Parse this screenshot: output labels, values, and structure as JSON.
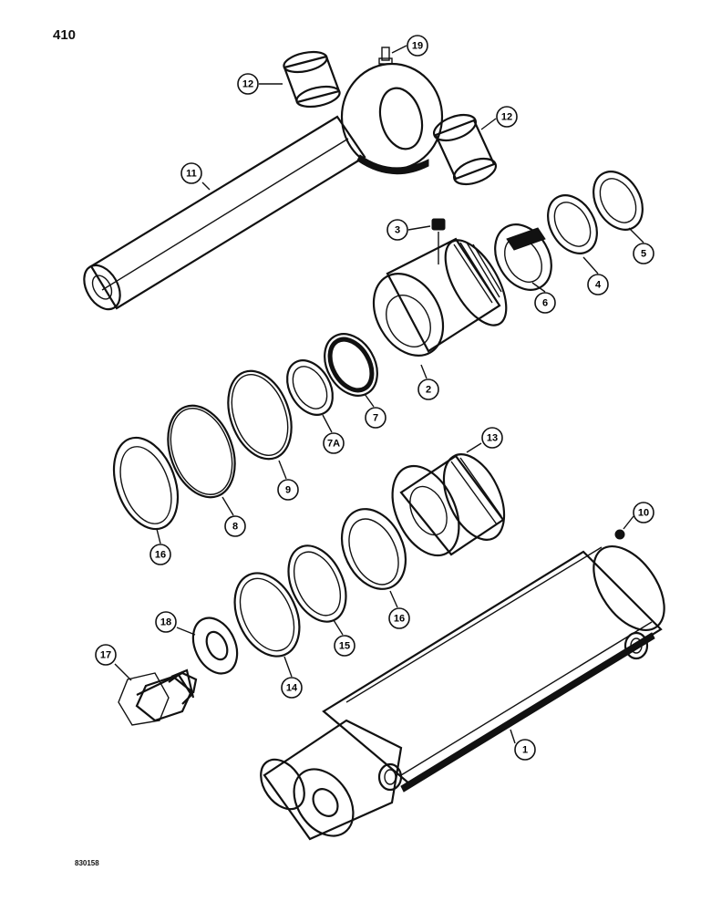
{
  "page_number": "410",
  "drawing_id": "830158",
  "callouts": [
    {
      "id": "c19",
      "label": "19"
    },
    {
      "id": "c12a",
      "label": "12"
    },
    {
      "id": "c12b",
      "label": "12"
    },
    {
      "id": "c11",
      "label": "11"
    },
    {
      "id": "c3",
      "label": "3"
    },
    {
      "id": "c5",
      "label": "5"
    },
    {
      "id": "c4",
      "label": "4"
    },
    {
      "id": "c6",
      "label": "6"
    },
    {
      "id": "c2",
      "label": "2"
    },
    {
      "id": "c7",
      "label": "7"
    },
    {
      "id": "c7a",
      "label": "7A"
    },
    {
      "id": "c9",
      "label": "9"
    },
    {
      "id": "c8",
      "label": "8"
    },
    {
      "id": "c16a",
      "label": "16"
    },
    {
      "id": "c13",
      "label": "13"
    },
    {
      "id": "c16b",
      "label": "16"
    },
    {
      "id": "c15",
      "label": "15"
    },
    {
      "id": "c14",
      "label": "14"
    },
    {
      "id": "c18",
      "label": "18"
    },
    {
      "id": "c17",
      "label": "17"
    },
    {
      "id": "c10",
      "label": "10"
    },
    {
      "id": "c1",
      "label": "1"
    }
  ],
  "parts": [
    {
      "callout": "11",
      "icon": "cylinder-rod-icon"
    },
    {
      "callout": "12",
      "icon": "bushing-icon"
    },
    {
      "callout": "19",
      "icon": "grease-fitting-icon"
    },
    {
      "callout": "3",
      "icon": "plug-icon"
    },
    {
      "callout": "2",
      "icon": "gland-icon"
    },
    {
      "callout": "13",
      "icon": "piston-icon"
    },
    {
      "callout": "1",
      "icon": "cylinder-barrel-icon"
    },
    {
      "callout": "17",
      "icon": "bolt-icon"
    },
    {
      "callout": "18",
      "icon": "washer-icon"
    }
  ]
}
